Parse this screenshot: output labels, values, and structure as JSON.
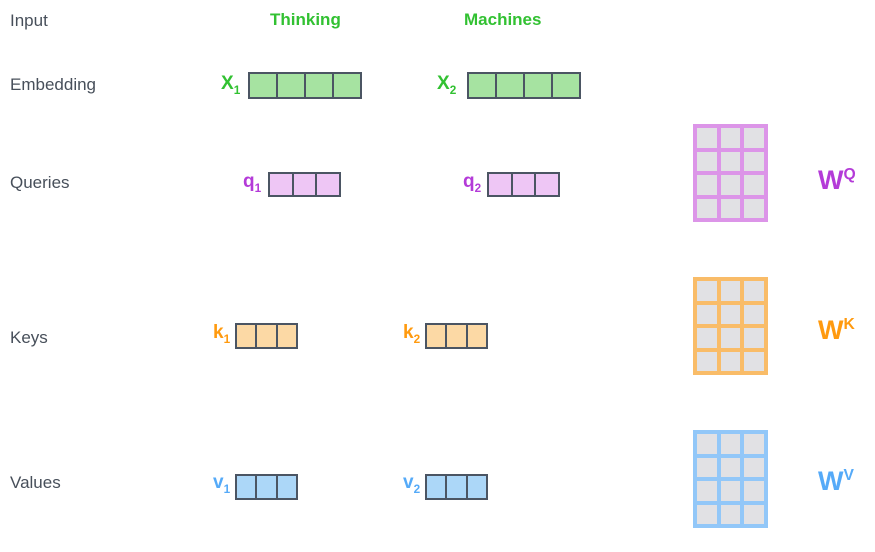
{
  "colors": {
    "green-text": "#32c132",
    "green-fill": "#a6e3a1",
    "purple-text": "#b43bd8",
    "purple-fill": "#eec6f5",
    "purple-grid": "#dc95e8",
    "orange-text": "#ff9a0f",
    "orange-fill": "#fcd9a5",
    "orange-grid": "#f9bc68",
    "blue-text": "#55aaf8",
    "blue-fill": "#acd7f8",
    "blue-grid": "#92c7f8",
    "slate-border": "#4b5563",
    "gray-cell": "#e1e1e4",
    "label-text": "#474f5a"
  },
  "row_labels": {
    "input": "Input",
    "embedding": "Embedding",
    "queries": "Queries",
    "keys": "Keys",
    "values": "Values"
  },
  "headers": {
    "word1": "Thinking",
    "word2": "Machines"
  },
  "vectors": {
    "x1": {
      "base": "X",
      "sub": "1",
      "cells": 4
    },
    "x2": {
      "base": "X",
      "sub": "2",
      "cells": 4
    },
    "q1": {
      "base": "q",
      "sub": "1",
      "cells": 3
    },
    "q2": {
      "base": "q",
      "sub": "2",
      "cells": 3
    },
    "k1": {
      "base": "k",
      "sub": "1",
      "cells": 3
    },
    "k2": {
      "base": "k",
      "sub": "2",
      "cells": 3
    },
    "v1": {
      "base": "v",
      "sub": "1",
      "cells": 3
    },
    "v2": {
      "base": "v",
      "sub": "2",
      "cells": 3
    }
  },
  "matrices": {
    "wq": {
      "base": "W",
      "sup": "Q",
      "rows": 4,
      "cols": 3,
      "cells": 12
    },
    "wk": {
      "base": "W",
      "sup": "K",
      "rows": 4,
      "cols": 3,
      "cells": 12
    },
    "wv": {
      "base": "W",
      "sup": "V",
      "rows": 4,
      "cols": 3,
      "cells": 12
    }
  }
}
